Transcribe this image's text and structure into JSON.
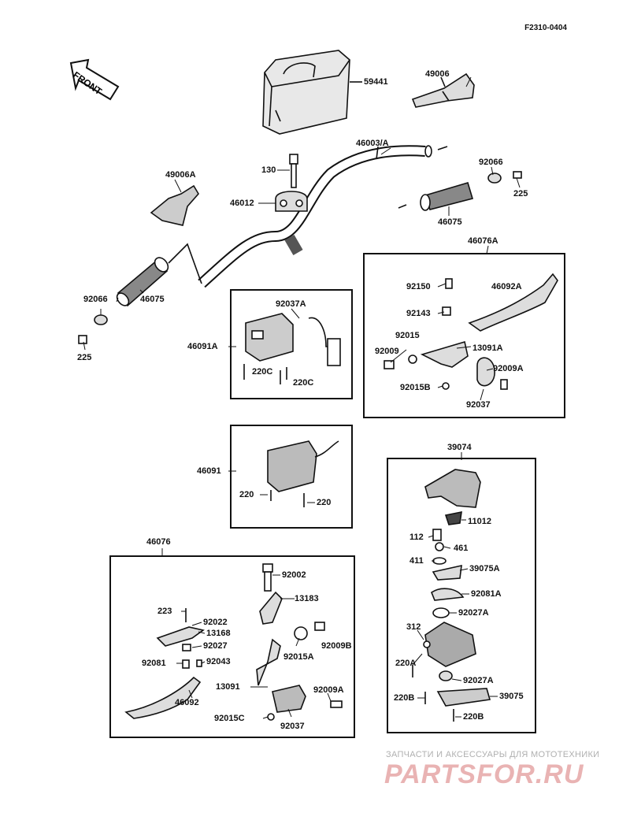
{
  "diagram_code": "F2310-0404",
  "front_label": "FRONT",
  "watermark": {
    "subtitle": "ЗАПЧАСТИ И АКСЕССУАРЫ ДЛЯ МОТОТЕХНИКИ",
    "logo": "PARTSFOR.RU"
  },
  "labels": {
    "p59441": "59441",
    "p49006": "49006",
    "p46003A": "46003/A",
    "p130": "130",
    "p46012": "46012",
    "p49006A": "49006A",
    "p92066_r": "92066",
    "p225_r": "225",
    "p46075_r": "46075",
    "p46075_l": "46075",
    "p92066_l": "92066",
    "p225_l": "225",
    "p46076A": "46076A",
    "p92150": "92150",
    "p46092A": "46092A",
    "p92143": "92143",
    "p92015": "92015",
    "p92009": "92009",
    "p13091A": "13091A",
    "p92009A_top": "92009A",
    "p92015B": "92015B",
    "p92037_top": "92037",
    "p92037A": "92037A",
    "p46091A": "46091A",
    "p220C_1": "220C",
    "p220C_2": "220C",
    "p46091": "46091",
    "p220_1": "220",
    "p220_2": "220",
    "p39074": "39074",
    "p11012": "11012",
    "p112": "112",
    "p461": "461",
    "p411": "411",
    "p39075A": "39075A",
    "p92081A": "92081A",
    "p92027A_1": "92027A",
    "p312": "312",
    "p220A": "220A",
    "p92027A_2": "92027A",
    "p220B_1": "220B",
    "p39075": "39075",
    "p220B_2": "220B",
    "p46076": "46076",
    "p92002": "92002",
    "p13183": "13183",
    "p223": "223",
    "p92022": "92022",
    "p13168": "13168",
    "p92027": "92027",
    "p92009B": "92009B",
    "p92015A": "92015A",
    "p92081": "92081",
    "p92043": "92043",
    "p13091": "13091",
    "p92009A_bot": "92009A",
    "p46092": "46092",
    "p92015C": "92015C",
    "p92037_bot": "92037"
  }
}
